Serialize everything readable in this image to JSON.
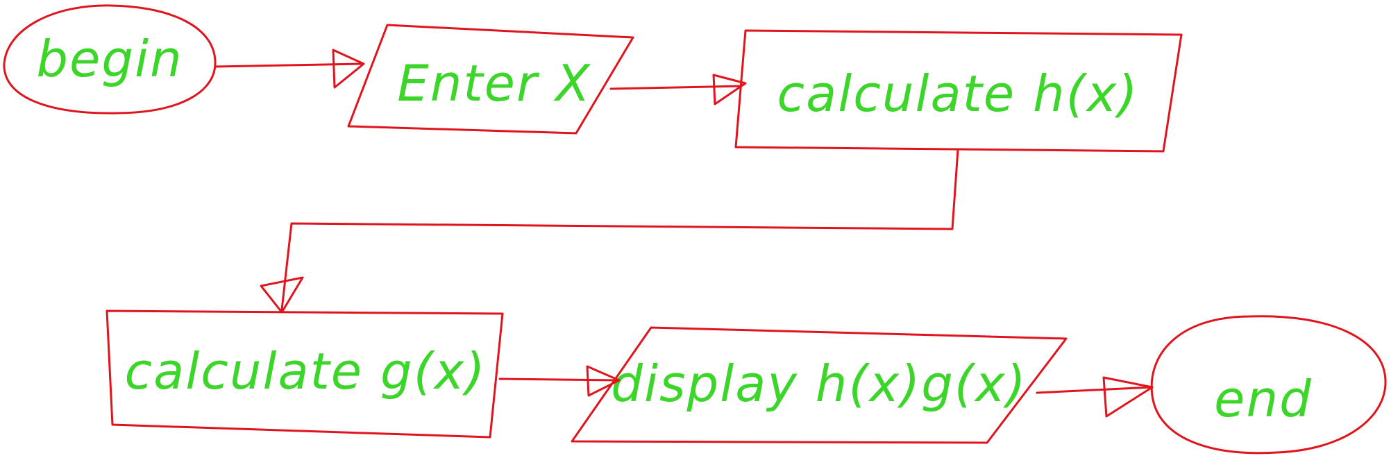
{
  "colors": {
    "stroke": "#e0141c",
    "text": "#3cd62a",
    "background": "#ffffff"
  },
  "diagram": {
    "type": "flowchart",
    "nodes": [
      {
        "id": "begin",
        "shape": "ellipse",
        "label": "begin"
      },
      {
        "id": "enter-x",
        "shape": "parallelogram",
        "label": "Enter X"
      },
      {
        "id": "calc-h",
        "shape": "rectangle",
        "label": "calculate h(x)"
      },
      {
        "id": "calc-g",
        "shape": "rectangle",
        "label": "calculate g(x)"
      },
      {
        "id": "display",
        "shape": "parallelogram",
        "label": "display h(x)g(x)"
      },
      {
        "id": "end",
        "shape": "ellipse",
        "label": "end"
      }
    ],
    "edges": [
      {
        "from": "begin",
        "to": "enter-x"
      },
      {
        "from": "enter-x",
        "to": "calc-h"
      },
      {
        "from": "calc-h",
        "to": "calc-g"
      },
      {
        "from": "calc-g",
        "to": "display"
      },
      {
        "from": "display",
        "to": "end"
      }
    ]
  }
}
